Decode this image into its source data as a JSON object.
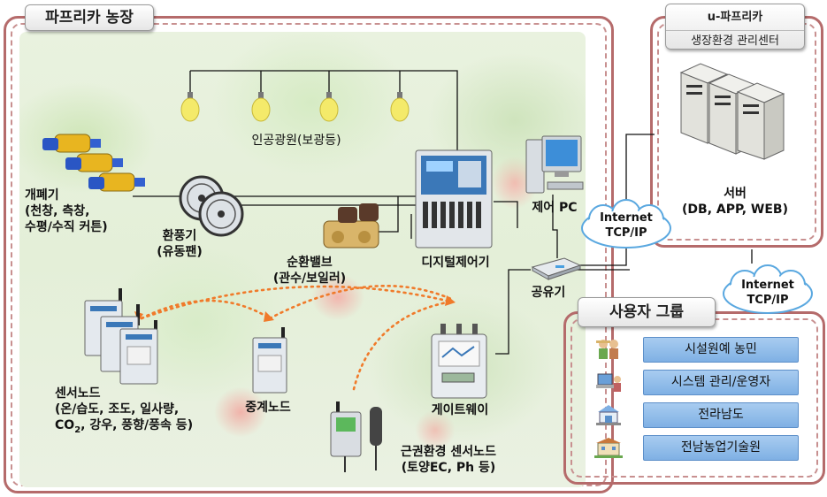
{
  "farm": {
    "title": "파프리카 농장",
    "lights_label": "인공광원(보광등)",
    "vent": {
      "line1": "개폐기",
      "line2": "(천창, 측창,",
      "line3": "수평/수직 커튼)"
    },
    "fan": {
      "line1": "환풍기",
      "line2": "(유동팬)"
    },
    "valve": {
      "line1": "순환밸브",
      "line2": "(관수/보일러)"
    },
    "controller_label": "디지털제어기",
    "pc_label": "제어 PC",
    "router_label": "공유기",
    "sensor_node": {
      "line1": "센서노드",
      "line2": "(온/습도, 조도, 일사량,",
      "line3_a": "CO",
      "line3_sub": "2",
      "line3_b": ", 강우, 풍향/풍속 등)"
    },
    "relay_label": "중계노드",
    "gateway_label": "게이트웨이",
    "root_sensor": {
      "line1": "근권환경 센서노드",
      "line2": "(토양EC, Ph 등)"
    }
  },
  "center": {
    "title_line1": "u-파프리카",
    "title_line2": "생장환경 관리센터",
    "server": {
      "line1": "서버",
      "line2": "(DB, APP, WEB)"
    }
  },
  "clouds": [
    {
      "line1": "Internet",
      "line2": "TCP/IP"
    },
    {
      "line1": "Internet",
      "line2": "TCP/IP"
    }
  ],
  "users": {
    "title": "사용자 그룹",
    "items": [
      {
        "label": "시설원예 농민",
        "icon": "farmer-icon"
      },
      {
        "label": "시스템 관리/운영자",
        "icon": "admin-icon"
      },
      {
        "label": "전라남도",
        "icon": "government-icon"
      },
      {
        "label": "전남농업기술원",
        "icon": "institute-icon"
      }
    ]
  },
  "colors": {
    "frame": "#b56b6b",
    "user_button": "#8fbbe9",
    "link_arrow": "#f07a2a",
    "bulb": "#f4ea6a"
  }
}
